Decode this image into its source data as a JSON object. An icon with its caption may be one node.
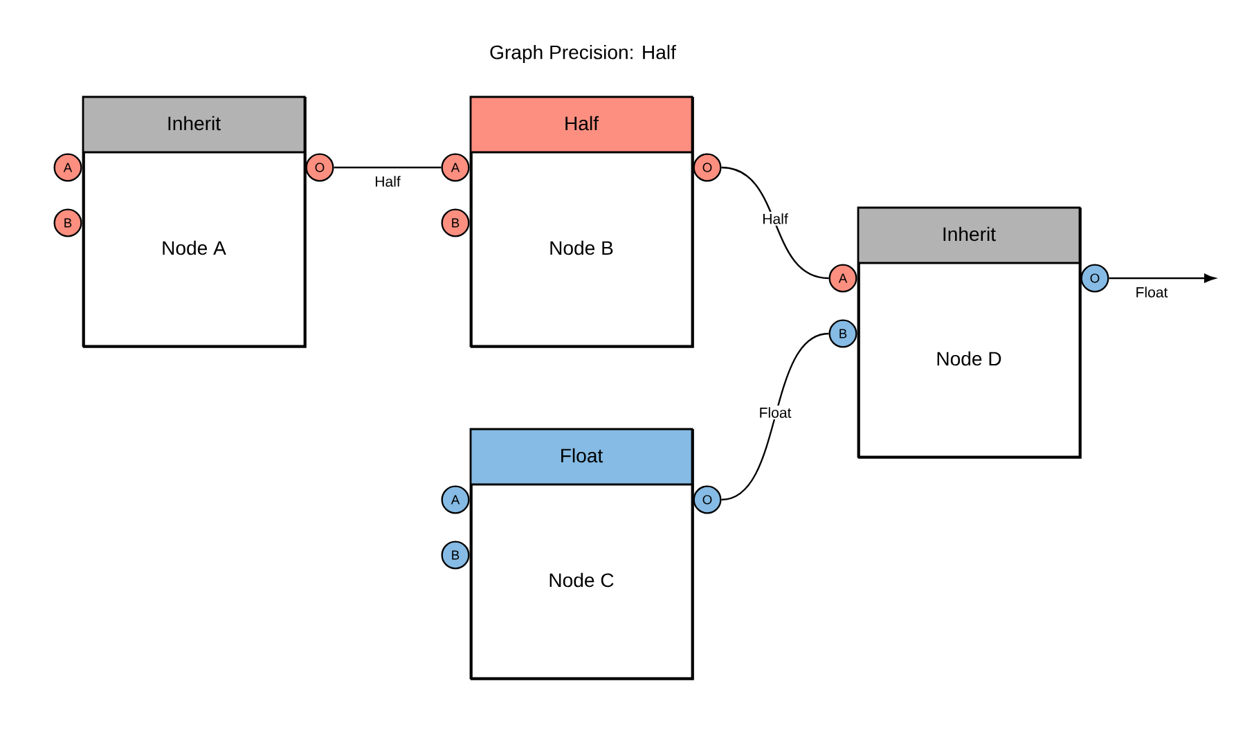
{
  "diagram": {
    "title": "Graph Precision: Half",
    "nodes": [
      {
        "text": [
          "Inherit",
          "Node A"
        ]
      },
      {
        "text": [
          "A"
        ]
      },
      {
        "text": [
          "B"
        ]
      },
      {
        "text": [
          "O"
        ]
      },
      {
        "text": [
          "Half",
          "Node B"
        ]
      },
      {
        "text": [
          "A"
        ]
      },
      {
        "text": [
          "B"
        ]
      },
      {
        "text": [
          "O"
        ]
      },
      {
        "text": [
          "Inherit",
          "Node D"
        ]
      },
      {
        "text": [
          "A"
        ]
      },
      {
        "text": [
          "B"
        ]
      },
      {
        "text": [
          "O"
        ]
      },
      {
        "text": [
          "Float",
          "Node C"
        ]
      },
      {
        "text": [
          "A"
        ]
      },
      {
        "text": [
          "B"
        ]
      },
      {
        "text": [
          "O"
        ]
      }
    ],
    "edges": [
      {
        "from": 3,
        "to": 5,
        "arrow": "none",
        "label": "Half"
      },
      {
        "from": 7,
        "to": 9,
        "arrow": "none",
        "label": "Half"
      },
      {
        "from": 15,
        "to": 10,
        "arrow": "none",
        "label": "Float"
      },
      {
        "from": 11,
        "to": null,
        "arrow": "to",
        "label": "Float"
      }
    ]
  }
}
